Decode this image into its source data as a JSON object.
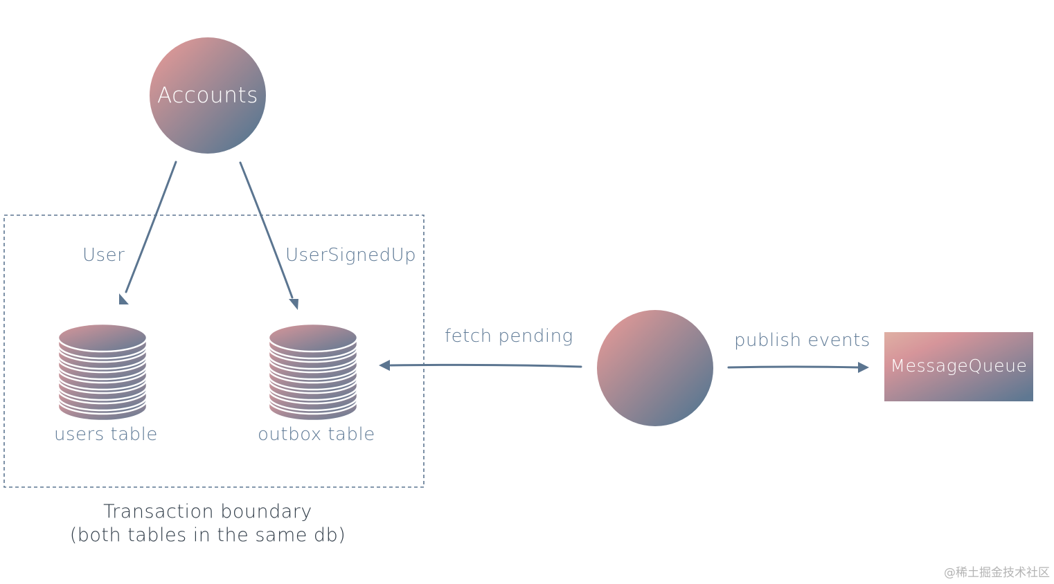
{
  "nodes": {
    "accounts": "Accounts",
    "message_queue": "MessageQueue",
    "relay": ""
  },
  "tables": {
    "users": "users table",
    "outbox": "outbox table"
  },
  "edges": {
    "user": "User",
    "user_signed_up": "UserSignedUp",
    "fetch_pending": "fetch pending",
    "publish_events": "publish events"
  },
  "boundary": {
    "line1": "Transaction boundary",
    "line2": "(both tables in the same db)"
  },
  "watermark": "@稀土掘金技术社区",
  "colors": {
    "gradient_start": "#da9796",
    "gradient_end": "#5d7891",
    "label": "#5f7a96",
    "arrow": "#5b7590",
    "boundary": "#5b7590"
  }
}
